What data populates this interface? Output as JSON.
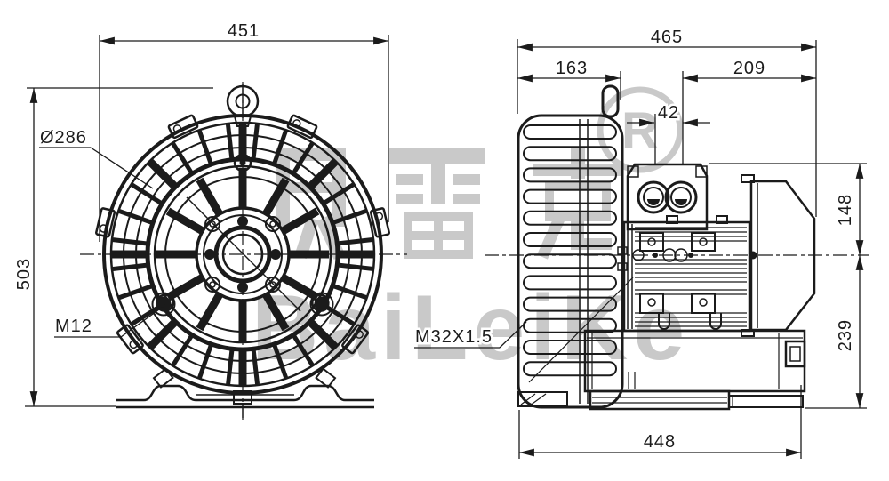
{
  "colors": {
    "ink": "#1b1b1b",
    "wm": "#c9c9c9",
    "paper": "#ffffff"
  },
  "front_view": {
    "dims": {
      "overall_width": "451",
      "overall_height": "503",
      "guard_diameter": "Ø286",
      "guard_bolt": "M12"
    }
  },
  "side_view": {
    "dims": {
      "overall_length": "465",
      "housing_depth": "163",
      "motor_length": "209",
      "silencer_offset": "42",
      "height_above_axis": "148",
      "height_below_axis": "239",
      "base_length": "448",
      "cable_gland_thread": "M32X1.5"
    }
  },
  "watermark": {
    "cjk_text": "贝雷克",
    "latin_text": "BaiLeiKe",
    "registered_letter": "R"
  }
}
